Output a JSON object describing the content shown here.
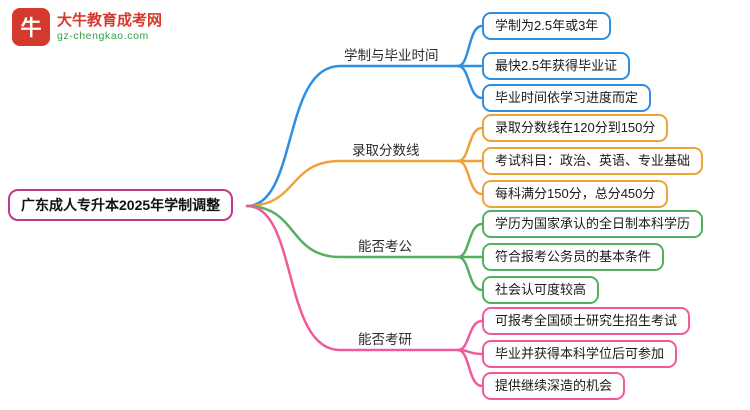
{
  "logo": {
    "icon_text": "牛",
    "brand": "大牛教育成考网",
    "website": "gz-chengkao.com",
    "brand_color": "#d4392e",
    "website_color": "#2f9e44"
  },
  "root": {
    "label": "广东成人专升本2025年学制调整",
    "color": "#c2388e"
  },
  "branches": [
    {
      "label": "学制与毕业时间",
      "color": "#2f8fe0",
      "children": [
        "学制为2.5年或3年",
        "最快2.5年获得毕业证",
        "毕业时间依学习进度而定"
      ]
    },
    {
      "label": "录取分数线",
      "color": "#efa23a",
      "children": [
        "录取分数线在120分到150分",
        "考试科目：政治、英语、专业基础",
        "每科满分150分，总分450分"
      ]
    },
    {
      "label": "能否考公",
      "color": "#54b061",
      "children": [
        "学历为国家承认的全日制本科学历",
        "符合报考公务员的基本条件",
        "社会认可度较高"
      ]
    },
    {
      "label": "能否考研",
      "color": "#f05a9a",
      "children": [
        "可报考全国硕士研究生招生考试",
        "毕业并获得本科学位后可参加",
        "提供继续深造的机会"
      ]
    }
  ]
}
